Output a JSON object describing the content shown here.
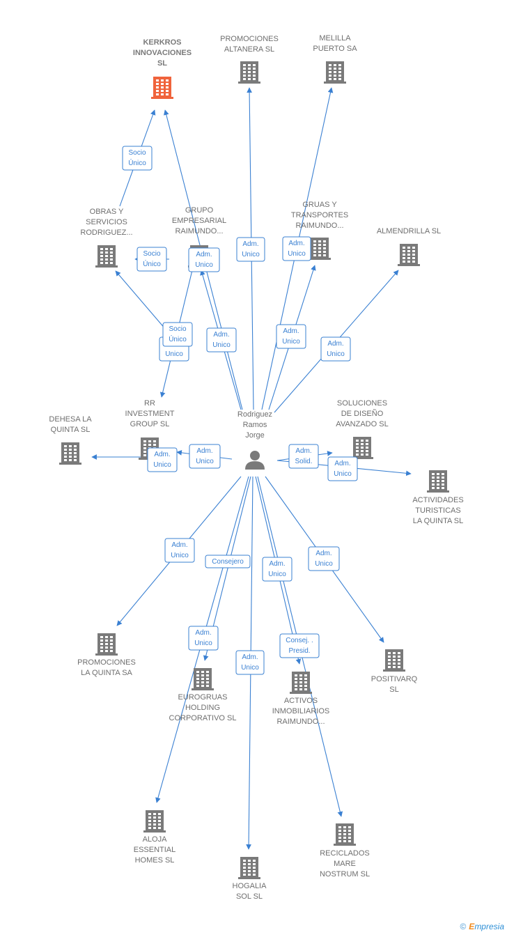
{
  "center": {
    "label_lines": [
      "Rodriguez",
      "Ramos",
      "Jorge"
    ]
  },
  "colors": {
    "edge": "#3a80d2",
    "building": "#7a7a7a",
    "building_main": "#f0643c",
    "person": "#7a7a7a"
  },
  "nodes": [
    {
      "id": "kerkros",
      "lines": [
        "KERKROS",
        "INNOVACIONES",
        "SL"
      ],
      "main": true
    },
    {
      "id": "altanera",
      "lines": [
        "PROMOCIONES",
        "ALTANERA SL"
      ]
    },
    {
      "id": "melilla",
      "lines": [
        "MELILLA",
        "PUERTO SA"
      ]
    },
    {
      "id": "obras",
      "lines": [
        "OBRAS Y",
        "SERVICIOS",
        "RODRIGUEZ..."
      ]
    },
    {
      "id": "grupo",
      "lines": [
        "GRUPO",
        "EMPRESARIAL",
        "RAIMUNDO..."
      ]
    },
    {
      "id": "gruas",
      "lines": [
        "GRUAS Y",
        "TRANSPORTES",
        "RAIMUNDO..."
      ]
    },
    {
      "id": "almendrilla",
      "lines": [
        "ALMENDRILLA SL"
      ]
    },
    {
      "id": "dehesa",
      "lines": [
        "DEHESA LA",
        "QUINTA SL"
      ]
    },
    {
      "id": "rr",
      "lines": [
        "RR",
        "INVESTMENT",
        "GROUP  SL"
      ]
    },
    {
      "id": "soluciones",
      "lines": [
        "SOLUCIONES",
        "DE DISEÑO",
        "AVANZADO  SL"
      ]
    },
    {
      "id": "actividades",
      "lines": [
        "ACTIVIDADES",
        "TURISTICAS",
        "LA QUINTA SL"
      ]
    },
    {
      "id": "promquinta",
      "lines": [
        "PROMOCIONES",
        "LA QUINTA SA"
      ]
    },
    {
      "id": "eurogruas",
      "lines": [
        "EUROGRUAS",
        "HOLDING",
        "CORPORATIVO SL"
      ]
    },
    {
      "id": "activos",
      "lines": [
        "ACTIVOS",
        "INMOBILIARIOS",
        "RAIMUNDO..."
      ]
    },
    {
      "id": "positivarq",
      "lines": [
        "POSITIVARQ",
        "SL"
      ]
    },
    {
      "id": "aloja",
      "lines": [
        "ALOJA",
        "ESSENTIAL",
        "HOMES  SL"
      ]
    },
    {
      "id": "hogalia",
      "lines": [
        "HOGALIA",
        "SOL  SL"
      ]
    },
    {
      "id": "reciclados",
      "lines": [
        "RECICLADOS",
        "MARE",
        "NOSTRUM  SL"
      ]
    }
  ],
  "edges": [
    {
      "from": "obras",
      "to": "kerkros",
      "lines": [
        "Socio",
        "Único"
      ]
    },
    {
      "from": "center",
      "to": "kerkros",
      "lines": [
        "Adm.",
        "Unico"
      ]
    },
    {
      "from": "grupo",
      "to": "obras",
      "lines": [
        "Socio",
        "Único"
      ]
    },
    {
      "from": "center",
      "to": "obras",
      "lines": [
        "Adm.",
        "Unico"
      ]
    },
    {
      "from": "center",
      "to": "grupo",
      "lines": [
        "Adm.",
        "Unico"
      ]
    },
    {
      "from": "grupo",
      "to": "rr",
      "lines": [
        "Socio",
        "Único"
      ]
    },
    {
      "from": "center",
      "to": "altanera",
      "lines": [
        "Adm.",
        "Unico"
      ]
    },
    {
      "from": "center",
      "to": "melilla",
      "lines": [
        "Adm.",
        "Unico"
      ]
    },
    {
      "from": "center",
      "to": "gruas",
      "lines": [
        "Adm.",
        "Unico"
      ]
    },
    {
      "from": "center",
      "to": "almendrilla",
      "lines": [
        "Adm.",
        "Unico"
      ]
    },
    {
      "from": "rr",
      "to": "dehesa",
      "lines": [
        "Adm.",
        "Unico"
      ]
    },
    {
      "from": "center",
      "to": "rr",
      "lines": [
        "Adm.",
        "Unico"
      ]
    },
    {
      "from": "center",
      "to": "soluciones",
      "lines": [
        "Adm.",
        "Solid."
      ]
    },
    {
      "from": "center",
      "to": "actividades",
      "lines": [
        "Adm.",
        "Unico"
      ]
    },
    {
      "from": "center",
      "to": "promquinta",
      "lines": [
        "Adm.",
        "Unico"
      ]
    },
    {
      "from": "center",
      "to": "eurogruas",
      "lines": [
        "Consejero"
      ]
    },
    {
      "from": "center",
      "to": "aloja",
      "lines": [
        "Adm.",
        "Unico"
      ]
    },
    {
      "from": "center",
      "to": "hogalia",
      "lines": [
        "Adm.",
        "Unico"
      ]
    },
    {
      "from": "center",
      "to": "activos",
      "lines": [
        "Adm.",
        "Unico"
      ]
    },
    {
      "from": "center",
      "to": "reciclados",
      "lines": [
        "Consej. .",
        "Presid."
      ]
    },
    {
      "from": "center",
      "to": "positivarq",
      "lines": [
        "Adm.",
        "Unico"
      ]
    }
  ],
  "footer": {
    "copyright": "©",
    "brand_first": "E",
    "brand_rest": "mpresia"
  }
}
